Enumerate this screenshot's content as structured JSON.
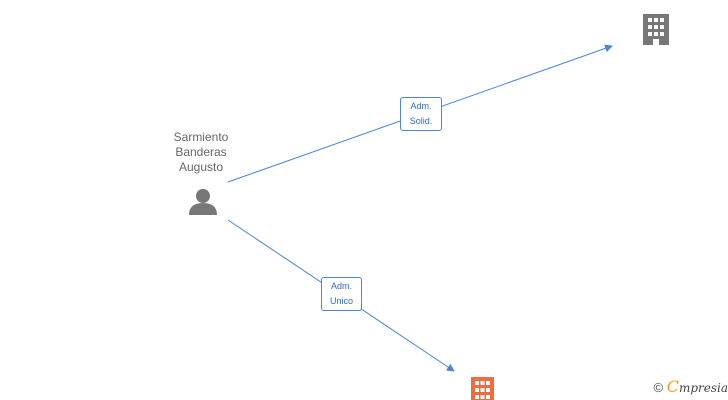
{
  "nodes": {
    "person": {
      "label_lines": [
        "Sarmiento",
        "Banderas",
        "Augusto"
      ],
      "icon": "person-icon"
    },
    "company_top": {
      "label": "",
      "icon": "building-icon",
      "color": "#777777"
    },
    "company_bottom": {
      "label": "",
      "icon": "building-icon",
      "color": "#f26b3a"
    }
  },
  "edges": [
    {
      "label_lines": [
        "Adm.",
        "Solid."
      ],
      "color": "#4a86d6"
    },
    {
      "label_lines": [
        "Adm.",
        "Unico"
      ],
      "color": "#4a86d6"
    }
  ],
  "watermark": {
    "copyright": "©",
    "brand_initial": "C",
    "brand_rest": "mpresia"
  }
}
